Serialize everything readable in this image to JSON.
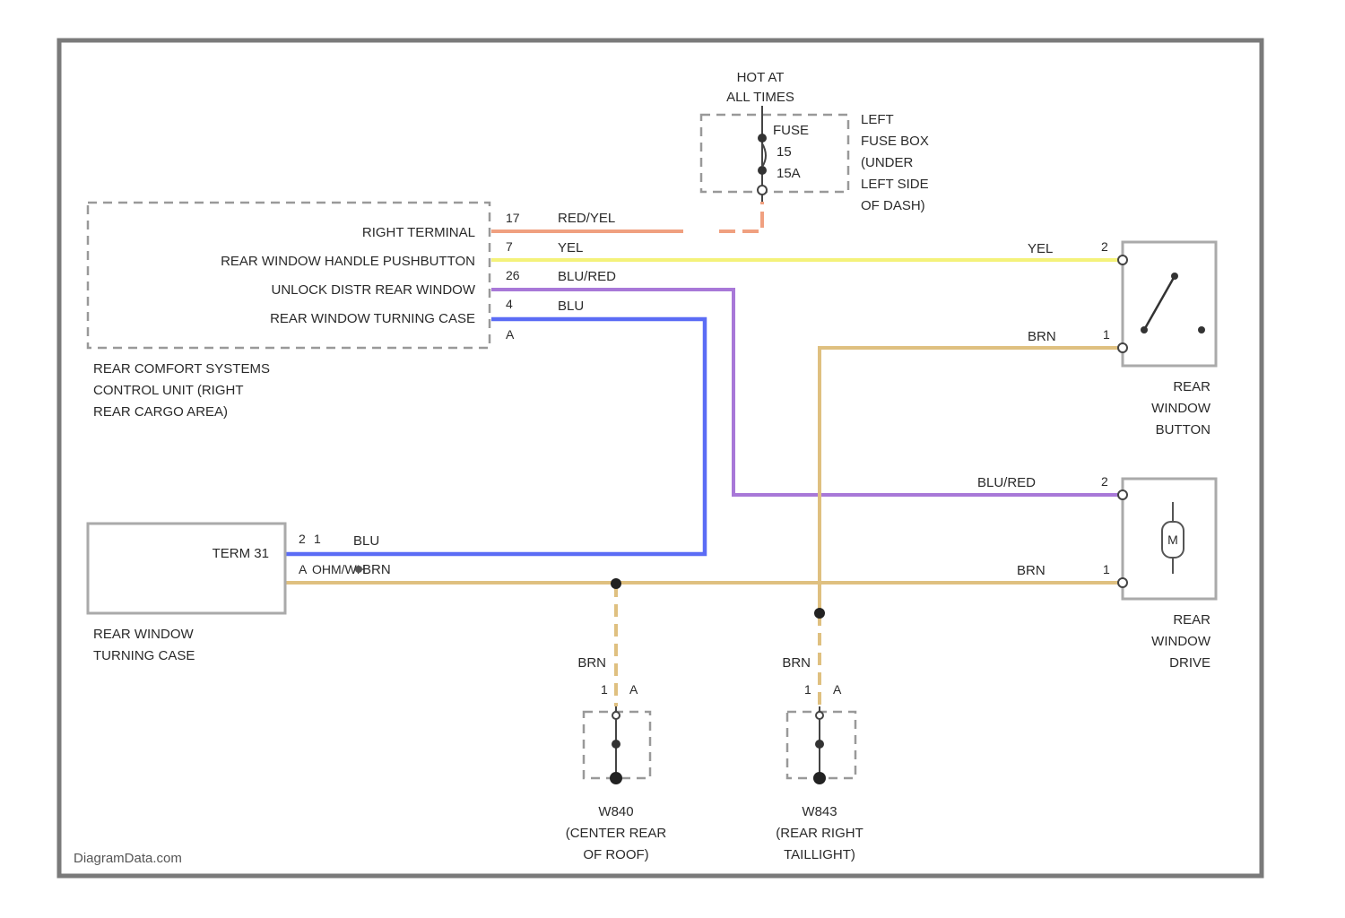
{
  "fuse": {
    "supply": [
      "HOT AT",
      "ALL TIMES"
    ],
    "labels": [
      "FUSE",
      "15",
      "15A"
    ],
    "location": [
      "LEFT",
      "FUSE BOX",
      "(UNDER",
      "LEFT SIDE",
      "OF DASH)"
    ]
  },
  "control_unit": {
    "name": [
      "REAR COMFORT SYSTEMS",
      "CONTROL UNIT (RIGHT",
      "REAR CARGO AREA)"
    ],
    "terminals": [
      {
        "label": "RIGHT TERMINAL",
        "pin": "17",
        "wire": "RED/YEL"
      },
      {
        "label": "REAR WINDOW HANDLE PUSHBUTTON",
        "pin": "7",
        "wire": "YEL"
      },
      {
        "label": "UNLOCK DISTR REAR WINDOW",
        "pin": "26",
        "wire": "BLU/RED"
      },
      {
        "label": "REAR WINDOW TURNING CASE",
        "pin": "4",
        "wire": "BLU"
      }
    ],
    "connector": "A"
  },
  "rear_window_button": {
    "name": [
      "REAR",
      "WINDOW",
      "BUTTON"
    ],
    "pins": [
      {
        "pin": "2",
        "wire": "YEL"
      },
      {
        "pin": "1",
        "wire": "BRN"
      }
    ]
  },
  "rear_window_drive": {
    "name": [
      "REAR",
      "WINDOW",
      "DRIVE"
    ],
    "symbol": "M",
    "pins": [
      {
        "pin": "2",
        "wire": "BLU/RED"
      },
      {
        "pin": "1",
        "wire": "BRN"
      }
    ]
  },
  "turning_case": {
    "name": [
      "REAR WINDOW",
      "TURNING CASE"
    ],
    "term_label": "TERM 31",
    "pins": [
      {
        "pin": "2",
        "wire": "BLU"
      },
      {
        "pin": "1",
        "wire": "BRN"
      }
    ],
    "connector": "A",
    "wire_extra": "OHM/WH"
  },
  "grounds": [
    {
      "wire": "BRN",
      "pin": "1",
      "connector": "A",
      "name": [
        "W840",
        "(CENTER REAR",
        "OF ROOF)"
      ]
    },
    {
      "wire": "BRN",
      "pin": "1",
      "connector": "A",
      "name": [
        "W843",
        "(REAR RIGHT",
        "TAILLIGHT)"
      ]
    }
  ],
  "colors": {
    "red_yel": "#f0a080",
    "yel": "#f4f27a",
    "blu_red": "#a878d8",
    "blu": "#5b6cf5",
    "brn": "#dfc080"
  },
  "watermark": "DiagramData.com"
}
